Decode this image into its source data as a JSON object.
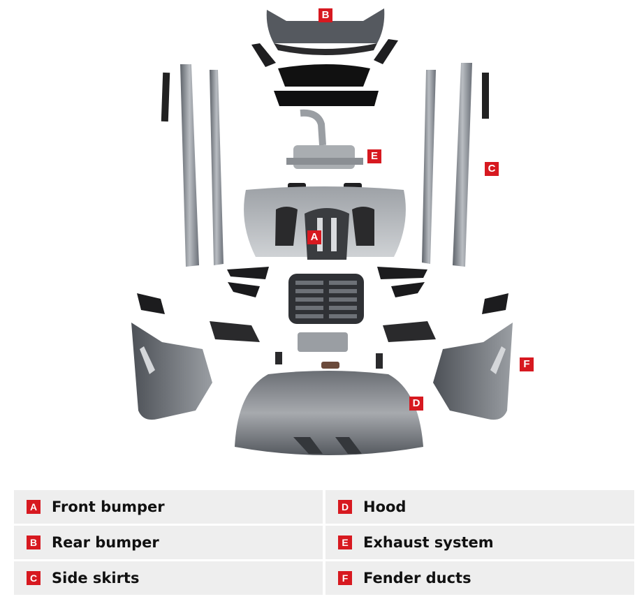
{
  "markers": {
    "A": "A",
    "B": "B",
    "C": "C",
    "D": "D",
    "E": "E",
    "F": "F"
  },
  "legend": [
    [
      {
        "letter": "A",
        "label": "Front bumper"
      },
      {
        "letter": "D",
        "label": "Hood"
      }
    ],
    [
      {
        "letter": "B",
        "label": "Rear bumper"
      },
      {
        "letter": "E",
        "label": "Exhaust system"
      }
    ],
    [
      {
        "letter": "C",
        "label": "Side skirts"
      },
      {
        "letter": "F",
        "label": "Fender ducts"
      }
    ]
  ],
  "colors": {
    "marker": "#d71920",
    "legend_bg": "#eeeeee",
    "part_dark": "#2b2b2b",
    "part_grey": "#8c9096"
  }
}
